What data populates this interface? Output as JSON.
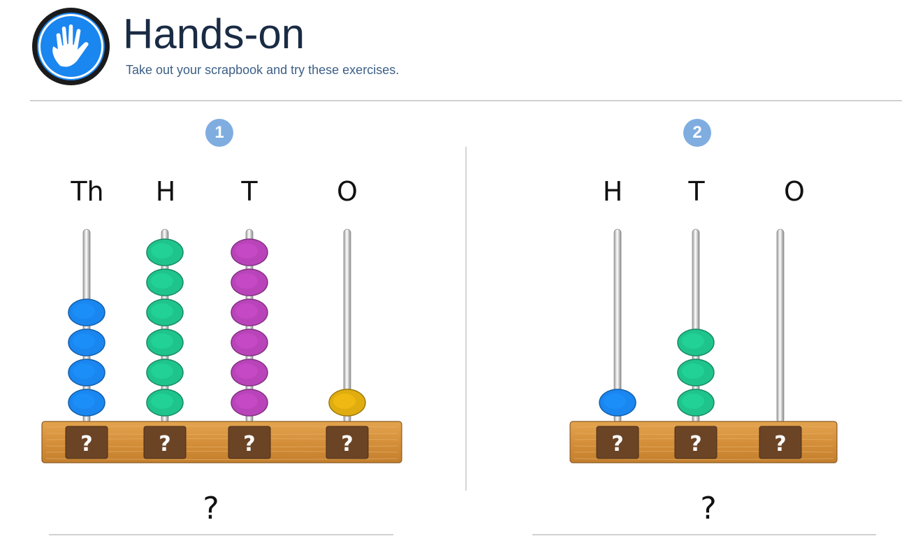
{
  "header": {
    "title": "Hands-on",
    "subtitle": "Take out your scrapbook and try these exercises.",
    "icon": "hand-icon",
    "icon_color": "#1a86f0"
  },
  "colors": {
    "thousands_bead": "#1a86f0",
    "hundreds_bead": "#1fc48c",
    "tens_bead": "#b944b9",
    "ones_bead": "#e0ad10",
    "wood": "#d9963e",
    "qbox": "#6b4426"
  },
  "exercises": [
    {
      "number": "1",
      "columns": [
        {
          "label": "Th",
          "beads": 4,
          "color": "#1a86f0",
          "box": "?"
        },
        {
          "label": "H",
          "beads": 6,
          "color": "#1fc48c",
          "box": "?"
        },
        {
          "label": "T",
          "beads": 6,
          "color": "#b944b9",
          "box": "?"
        },
        {
          "label": "O",
          "beads": 1,
          "color": "#e0ad10",
          "box": "?"
        }
      ],
      "answer": "?"
    },
    {
      "number": "2",
      "columns": [
        {
          "label": "H",
          "beads": 1,
          "color": "#1a86f0",
          "box": "?"
        },
        {
          "label": "T",
          "beads": 3,
          "color": "#1fc48c",
          "box": "?"
        },
        {
          "label": "O",
          "beads": 0,
          "color": "#e0ad10",
          "box": "?"
        }
      ],
      "answer": "?"
    }
  ]
}
